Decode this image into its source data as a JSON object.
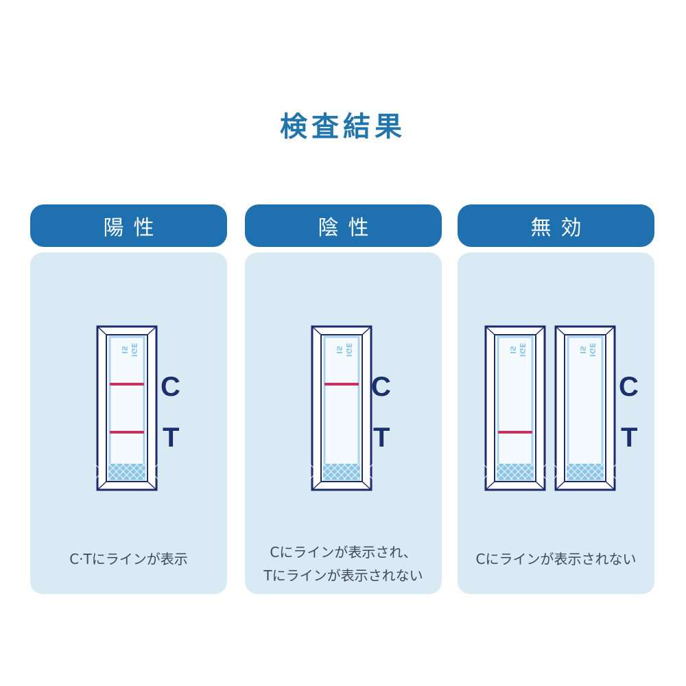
{
  "title": "検査結果",
  "strip_print": "IGE\nIS",
  "colors": {
    "title": "#2274ad",
    "header_bg": "#1f70ae",
    "card_bg": "#daeaf5",
    "cassette_outline": "#1c2c6b",
    "line_red": "#c8325e",
    "pad_blue": "#8cc5e6",
    "label": "#1b2f6e",
    "description": "#3f4a56"
  },
  "labels": {
    "control": "C",
    "test": "T"
  },
  "results": [
    {
      "header": "陽性",
      "description_lines": [
        "C·Tにラインが表示"
      ],
      "cassettes": [
        {
          "control_line": true,
          "test_line": true
        }
      ]
    },
    {
      "header": "陰性",
      "description_lines": [
        "Cにラインが表示され、",
        "Tにラインが表示されない"
      ],
      "cassettes": [
        {
          "control_line": true,
          "test_line": false
        }
      ]
    },
    {
      "header": "無効",
      "description_lines": [
        "Cにラインが表示されない"
      ],
      "cassettes": [
        {
          "control_line": false,
          "test_line": true
        },
        {
          "control_line": false,
          "test_line": false
        }
      ]
    }
  ]
}
